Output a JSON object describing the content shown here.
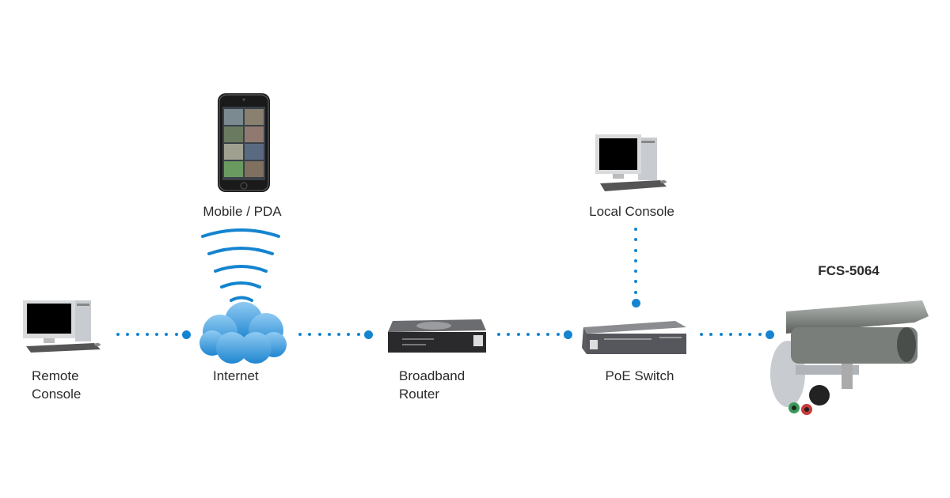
{
  "colors": {
    "link": "#1584d0",
    "cloud": "#3a9ee0",
    "text": "#2b2b2b"
  },
  "nodes": {
    "mobile": {
      "label": "Mobile / PDA",
      "icon": "smartphone-icon"
    },
    "remote_console": {
      "label_line1": "Remote",
      "label_line2": "Console",
      "icon": "desktop-computer-icon"
    },
    "internet": {
      "label": "Internet",
      "icon": "cloud-icon",
      "wireless": "wifi-signal-icon"
    },
    "router": {
      "label_line1": "Broadband",
      "label_line2": "Router",
      "icon": "router-icon"
    },
    "switch": {
      "label": "PoE Switch",
      "icon": "network-switch-icon"
    },
    "local_console": {
      "label": "Local Console",
      "icon": "desktop-computer-icon"
    },
    "camera": {
      "label": "FCS-5064",
      "icon": "bullet-camera-icon"
    }
  },
  "links": [
    {
      "from": "remote_console",
      "to": "internet"
    },
    {
      "from": "internet",
      "to": "router"
    },
    {
      "from": "router",
      "to": "switch"
    },
    {
      "from": "local_console",
      "to": "switch"
    },
    {
      "from": "switch",
      "to": "camera"
    }
  ]
}
